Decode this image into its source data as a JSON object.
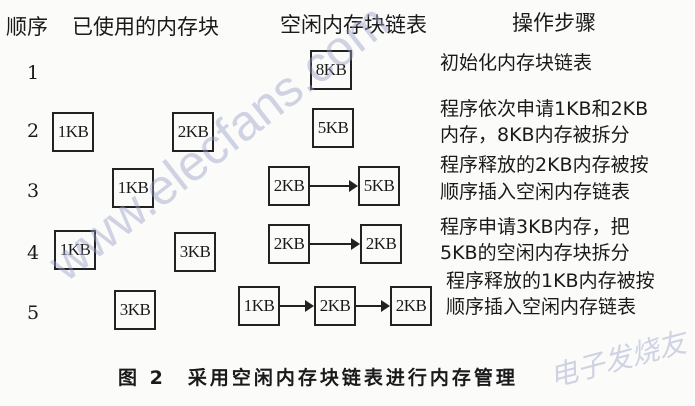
{
  "headers": {
    "order": "顺序",
    "used": "已使用的内存块",
    "free": "空闲内存块链表",
    "steps": "操作步骤"
  },
  "rows": [
    {
      "n": "1",
      "used": [],
      "free": [
        "8KB"
      ],
      "step": [
        "初始化内存块链表"
      ]
    },
    {
      "n": "2",
      "used": [
        "1KB",
        "2KB"
      ],
      "free": [
        "5KB"
      ],
      "step": [
        "程序依次申请1KB和2KB",
        "内存，8KB内存被拆分"
      ]
    },
    {
      "n": "3",
      "used": [
        "1KB"
      ],
      "free": [
        "2KB",
        "5KB"
      ],
      "step": [
        "程序释放的2KB内存被按",
        "顺序插入空闲内存链表"
      ]
    },
    {
      "n": "4",
      "used": [
        "1KB",
        "3KB"
      ],
      "free": [
        "2KB",
        "2KB"
      ],
      "step": [
        "程序申请3KB内存，把",
        "5KB的空闲内存块拆分"
      ]
    },
    {
      "n": "5",
      "used": [
        "3KB"
      ],
      "free": [
        "1KB",
        "2KB",
        "2KB"
      ],
      "step": [
        "程序释放的1KB内存被按",
        "顺序插入空闲内存链表"
      ]
    }
  ],
  "caption": "图 2　采用空闲内存块链表进行内存管理",
  "watermark": {
    "site": "www.elecfans.com",
    "brand": "电子发烧友"
  }
}
